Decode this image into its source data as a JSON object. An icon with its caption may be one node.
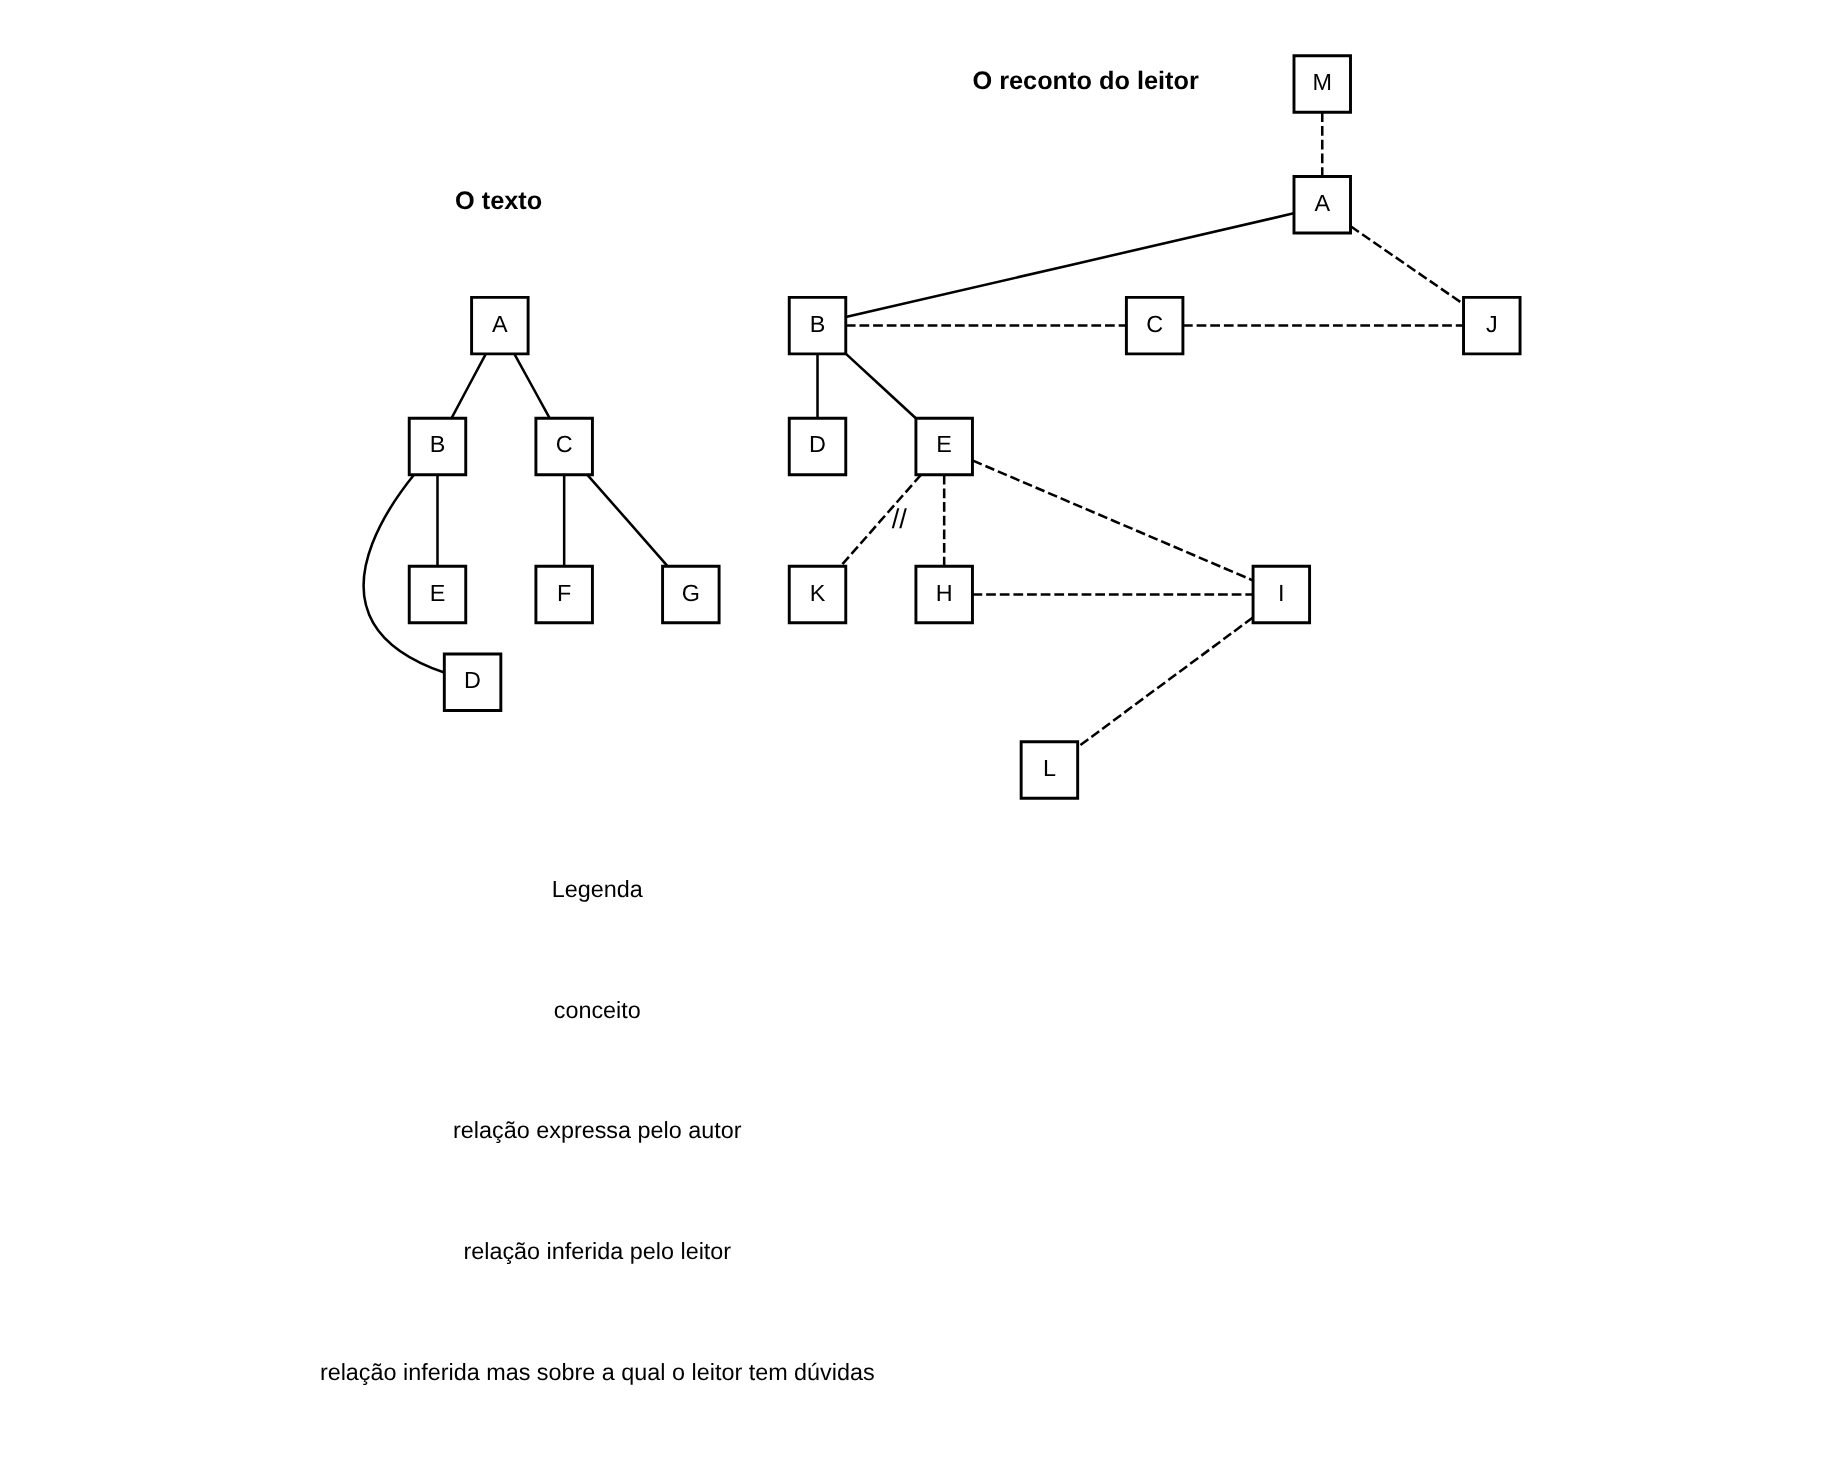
{
  "diagram": {
    "nodes": [
      {
        "text": [
          "A"
        ]
      },
      {
        "text": [
          "B"
        ]
      },
      {
        "text": [
          "C"
        ]
      },
      {
        "text": [
          "D"
        ]
      },
      {
        "text": [
          "E"
        ]
      },
      {
        "text": [
          "F"
        ]
      },
      {
        "text": [
          "G"
        ]
      },
      {
        "text": [
          "M"
        ]
      },
      {
        "text": [
          "A"
        ]
      },
      {
        "text": [
          "B"
        ]
      },
      {
        "text": [
          "C"
        ]
      },
      {
        "text": [
          "J"
        ]
      },
      {
        "text": [
          "D"
        ]
      },
      {
        "text": [
          "E"
        ]
      },
      {
        "text": [
          "K"
        ]
      },
      {
        "text": [
          "H"
        ]
      },
      {
        "text": [
          "I"
        ]
      },
      {
        "text": [
          "L"
        ]
      }
    ],
    "edges": [
      {
        "from": 0,
        "to": 1,
        "arrow": "none"
      },
      {
        "from": 0,
        "to": 2,
        "arrow": "none"
      },
      {
        "from": 1,
        "to": 3,
        "arrow": "none"
      },
      {
        "from": 1,
        "to": 4,
        "arrow": "none"
      },
      {
        "from": 2,
        "to": 5,
        "arrow": "none"
      },
      {
        "from": 2,
        "to": 6,
        "arrow": "none"
      },
      {
        "from": 7,
        "to": 8,
        "arrow": "none",
        "style": "dashed"
      },
      {
        "from": 8,
        "to": 9,
        "arrow": "none"
      },
      {
        "from": 8,
        "to": 11,
        "arrow": "none",
        "style": "dashed"
      },
      {
        "from": 9,
        "to": 10,
        "arrow": "none",
        "style": "dashed"
      },
      {
        "from": 10,
        "to": 11,
        "arrow": "none",
        "style": "dashed"
      },
      {
        "from": 9,
        "to": 12,
        "arrow": "none"
      },
      {
        "from": 9,
        "to": 13,
        "arrow": "none"
      },
      {
        "from": 13,
        "to": 14,
        "arrow": "none",
        "style": "dashed",
        "label": "//"
      },
      {
        "from": 13,
        "to": 15,
        "arrow": "none",
        "style": "dashed"
      },
      {
        "from": 13,
        "to": 16,
        "arrow": "none",
        "style": "dashed"
      },
      {
        "from": 15,
        "to": 16,
        "arrow": "none",
        "style": "dashed"
      },
      {
        "from": 16,
        "to": 17,
        "arrow": "none",
        "style": "dashed"
      }
    ],
    "labels": [
      "O reconto do leitor",
      "O texto",
      "Legenda"
    ],
    "legend": [
      {
        "text": "conceito"
      },
      {
        "text": "relação expressa pelo autor"
      },
      {
        "text": "relação inferida pelo leitor"
      },
      {
        "text": "relação inferida mas sobre a qual o leitor tem dúvidas"
      }
    ]
  }
}
